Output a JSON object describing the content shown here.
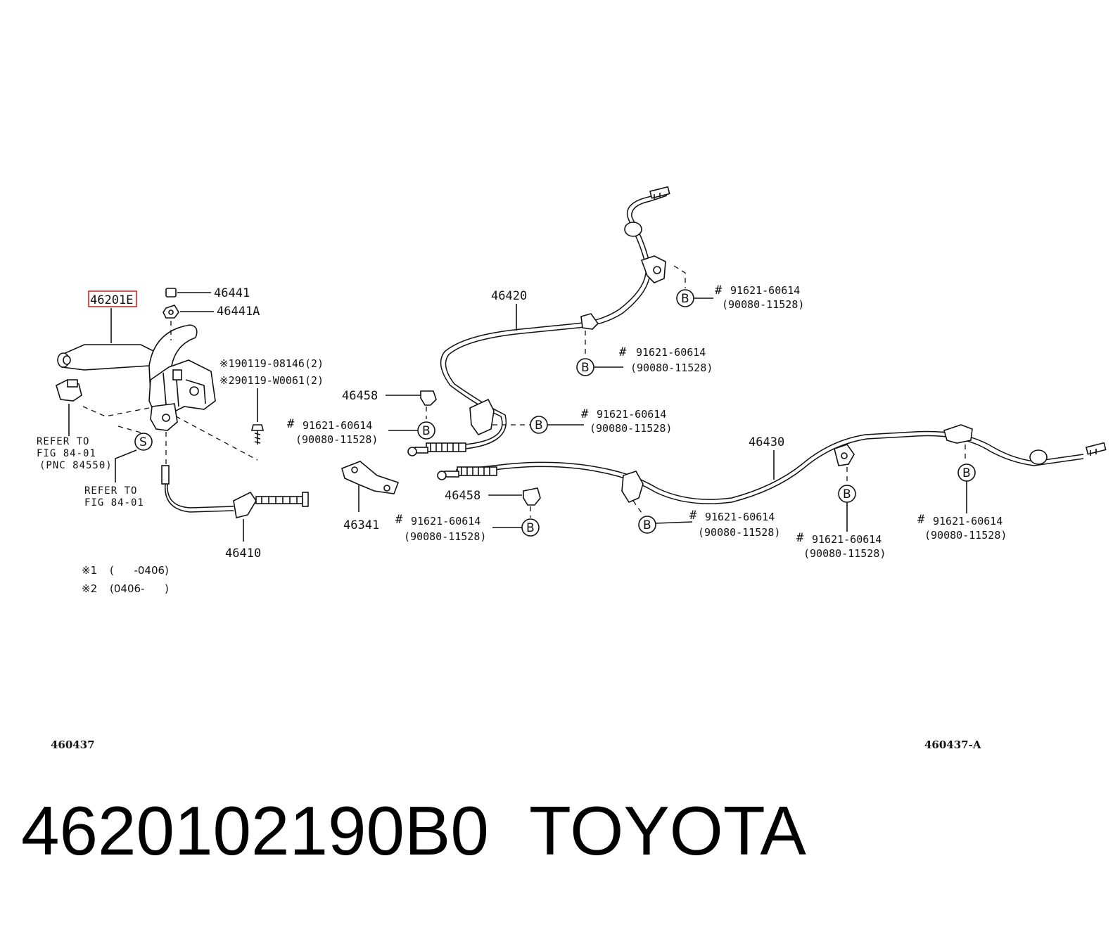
{
  "part_label_highlighted": "46201E",
  "lever_nut": "46441",
  "lever_nut_a": "46441A",
  "bolt_1": "※190119-08146(2)",
  "bolt_2": "※290119-W0061(2)",
  "refer_a_line1": "REFER TO",
  "refer_a_line2": "FIG 84-01",
  "refer_a_line3": "(PNC 84550)",
  "refer_b_line1": "REFER TO",
  "refer_b_line2": "FIG 84-01",
  "s_symbol": "S",
  "b_symbol": "B",
  "hash_symbol": "#",
  "front_cable": "46410",
  "cable_left": "46420",
  "cable_right": "46430",
  "clamp_top": "46458",
  "clamp_bottom": "46458",
  "bracket": "46341",
  "clip_part": "91621-60614",
  "clip_alt": "90080-11528",
  "note_1_mark": "※1",
  "note_1_range": "(      -0406)",
  "note_2_mark": "※2",
  "note_2_range": "(0406-      )",
  "code_left": "460437",
  "code_right": "460437-A",
  "footer": {
    "part_number": "4620102190B0",
    "brand": "TOYOTA"
  },
  "colors": {
    "line": "#111111",
    "highlight": "#e0201b"
  }
}
